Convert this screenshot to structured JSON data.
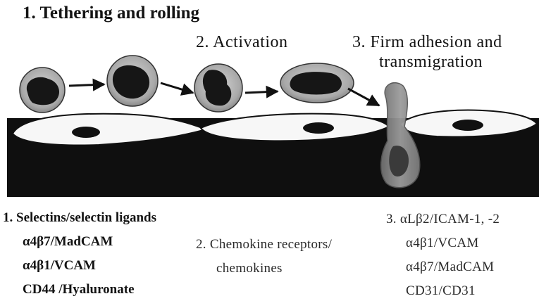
{
  "figure": {
    "step1_title": "1.  Tethering and rolling",
    "step2_title": "2.  Activation",
    "step3_title_line1": "3.  Firm adhesion and",
    "step3_title_line2": "transmigration"
  },
  "labels": {
    "col1": {
      "heading": "1. Selectins/selectin ligands",
      "items": [
        "α4β7/MadCAM",
        "α4β1/VCAM",
        "CD44 /Hyaluronate"
      ]
    },
    "col2": {
      "line1": "2. Chemokine receptors/",
      "line2": "chemokines"
    },
    "col3": {
      "items": [
        "3. αLβ2/ICAM-1, -2",
        "α4β1/VCAM",
        "α4β7/MadCAM",
        "CD31/CD31"
      ]
    }
  }
}
